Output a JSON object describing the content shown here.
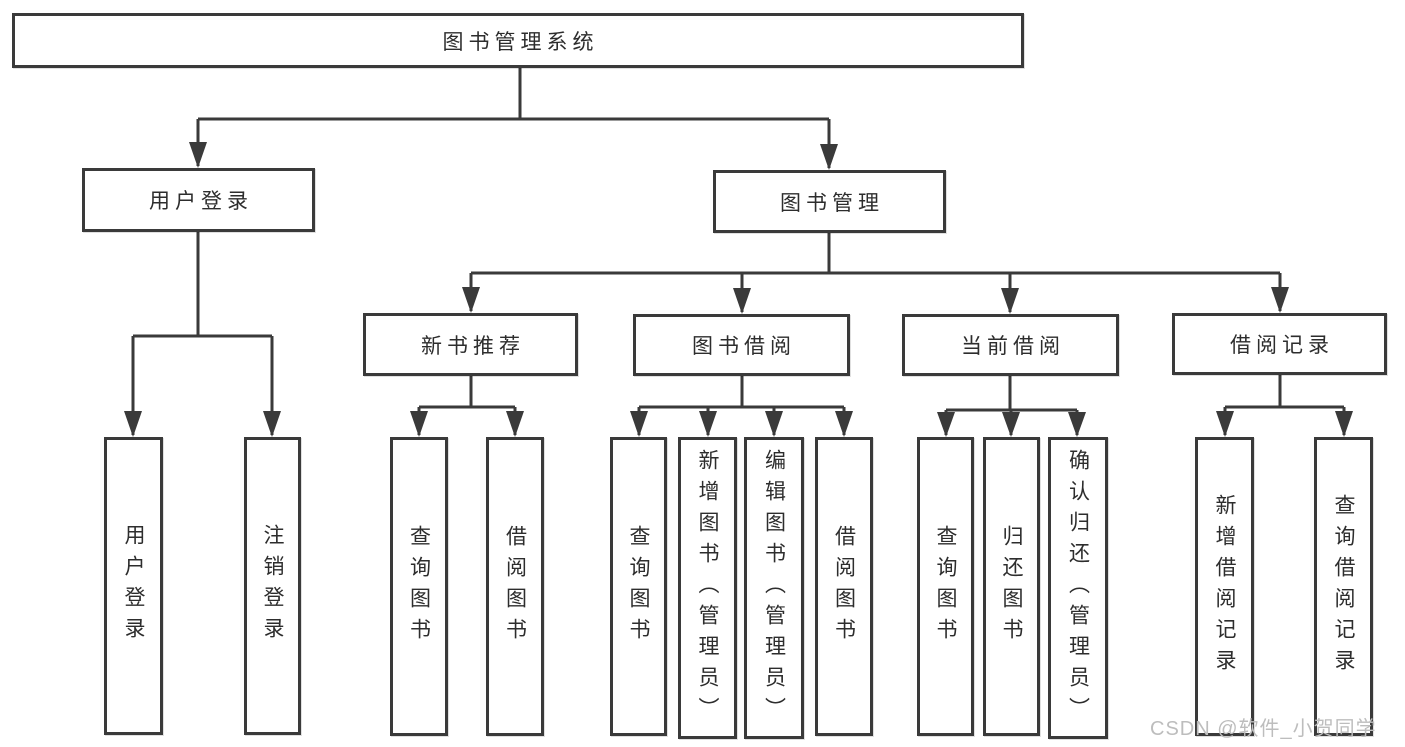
{
  "tree": {
    "root": {
      "label": "图书管理系统"
    },
    "user_branch": {
      "label": "用户登录",
      "children": [
        {
          "label": "用户登录"
        },
        {
          "label": "注销登录"
        }
      ]
    },
    "mgmt_branch": {
      "label": "图书管理",
      "sections": [
        {
          "label": "新书推荐",
          "children": [
            {
              "label": "查询图书"
            },
            {
              "label": "借阅图书"
            }
          ]
        },
        {
          "label": "图书借阅",
          "children": [
            {
              "label": "查询图书"
            },
            {
              "label": "新增图书（管理员）"
            },
            {
              "label": "编辑图书（管理员）"
            },
            {
              "label": "借阅图书"
            }
          ]
        },
        {
          "label": "当前借阅",
          "children": [
            {
              "label": "查询图书"
            },
            {
              "label": "归还图书"
            },
            {
              "label": "确认归还（管理员）"
            }
          ]
        },
        {
          "label": "借阅记录",
          "children": [
            {
              "label": "新增借阅记录"
            },
            {
              "label": "查询借阅记录"
            }
          ]
        }
      ]
    }
  },
  "watermark": {
    "text": "CSDN @软件_小贺同学"
  },
  "colors": {
    "line": "#3a3a3a",
    "box_border": "#3a3a3a",
    "text": "#2d2d2d",
    "watermark": "#bdbdbd",
    "background": "#ffffff"
  }
}
